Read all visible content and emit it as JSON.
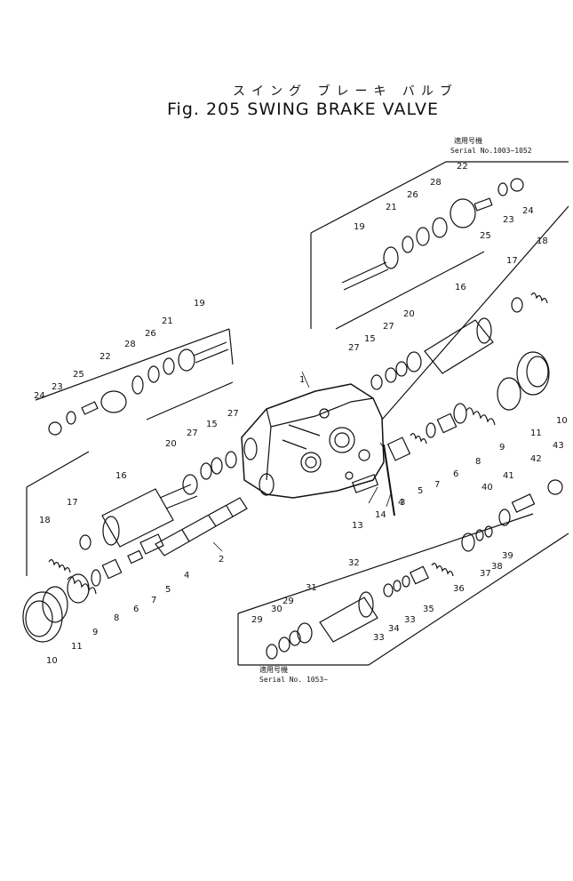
{
  "title": {
    "japanese": "スイング ブレーキ バルブ",
    "english": "Fig. 205 SWING BRAKE VALVE"
  },
  "serial_top": {
    "label": "適用号機",
    "range": "Serial No.1003~1052"
  },
  "serial_bottom": {
    "label": "適用号機",
    "range": "Serial No. 1053~"
  },
  "part_numbers": [
    "1",
    "2",
    "3",
    "4",
    "5",
    "6",
    "7",
    "8",
    "9",
    "10",
    "11",
    "13",
    "14",
    "15",
    "16",
    "17",
    "18",
    "19",
    "20",
    "21",
    "22",
    "23",
    "24",
    "25",
    "26",
    "27",
    "28",
    "29",
    "30",
    "31",
    "32",
    "33",
    "34",
    "35",
    "36",
    "37",
    "38",
    "39",
    "40",
    "41",
    "42",
    "43"
  ]
}
